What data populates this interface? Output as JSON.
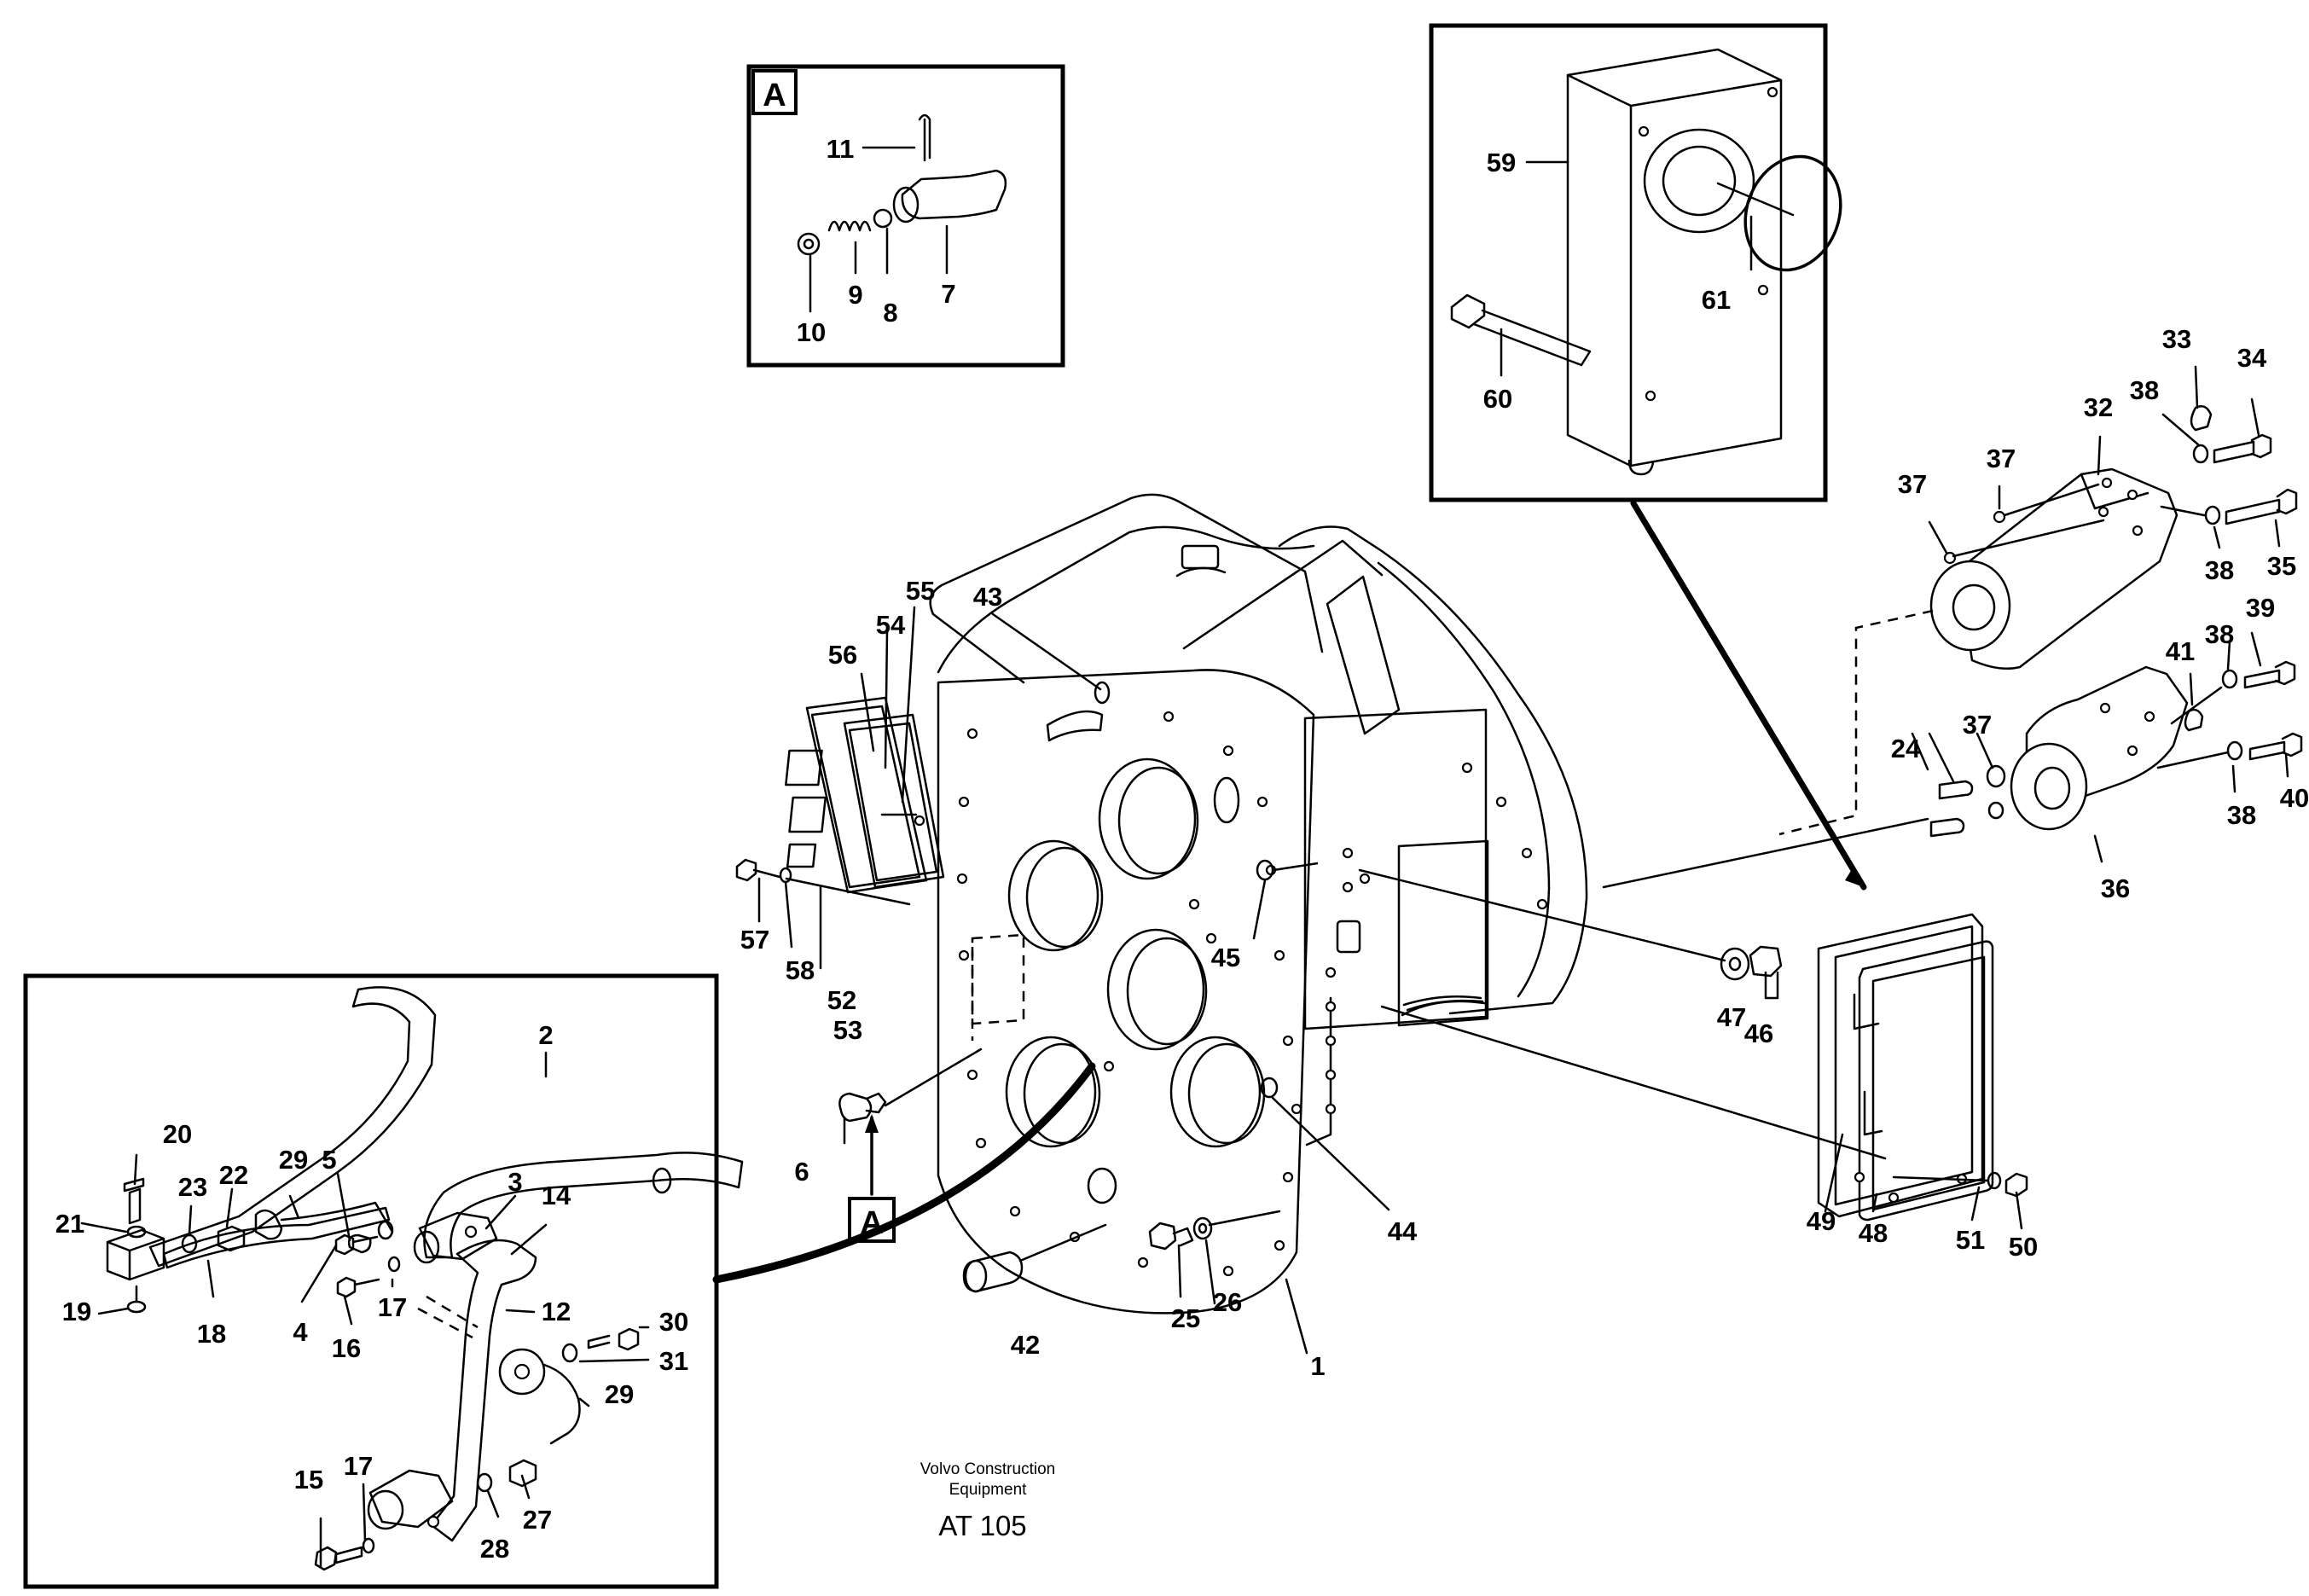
{
  "inset_marker": "A",
  "callout_marker": "A",
  "footer": {
    "company_line1": "Volvo Construction",
    "company_line2": "Equipment",
    "code": "AT 105"
  },
  "labels": {
    "l1": "1",
    "l2": "2",
    "l3": "3",
    "l4": "4",
    "l5": "5",
    "l6": "6",
    "l7": "7",
    "l8": "8",
    "l9": "9",
    "l10": "10",
    "l11": "11",
    "l12": "12",
    "l14": "14",
    "l15": "15",
    "l16": "16",
    "l17a": "17",
    "l17b": "17",
    "l18": "18",
    "l19": "19",
    "l20": "20",
    "l21": "21",
    "l22": "22",
    "l23": "23",
    "l24": "24",
    "l25": "25",
    "l26": "26",
    "l27": "27",
    "l28": "28",
    "l29a": "29",
    "l29b": "29",
    "l30": "30",
    "l31": "31",
    "l32": "32",
    "l33": "33",
    "l34": "34",
    "l35": "35",
    "l36": "36",
    "l37a": "37",
    "l37b": "37",
    "l37c": "37",
    "l38a": "38",
    "l38b": "38",
    "l38c": "38",
    "l38d": "38",
    "l39": "39",
    "l40": "40",
    "l41": "41",
    "l42": "42",
    "l43": "43",
    "l44": "44",
    "l45": "45",
    "l46": "46",
    "l47": "47",
    "l48": "48",
    "l49": "49",
    "l50": "50",
    "l51": "51",
    "l52": "52",
    "l53": "53",
    "l54": "54",
    "l55": "55",
    "l56": "56",
    "l57": "57",
    "l58": "58",
    "l59": "59",
    "l60": "60",
    "l61": "61"
  }
}
